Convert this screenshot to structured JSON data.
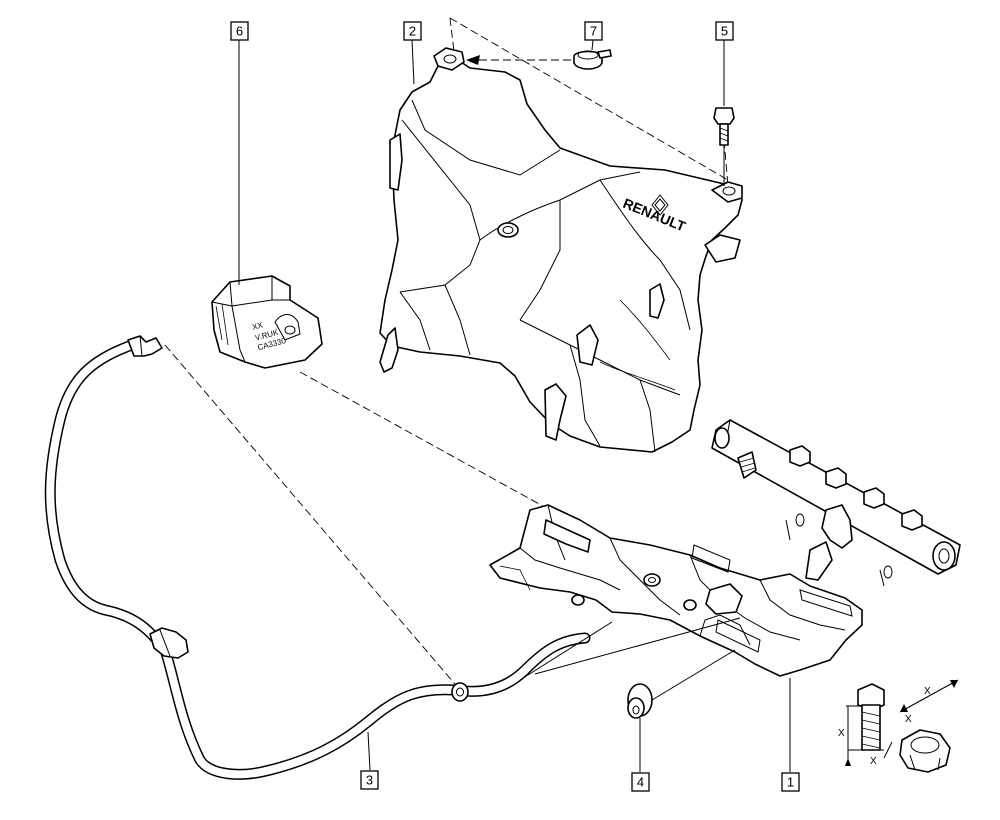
{
  "callouts": {
    "c1": "1",
    "c2": "2",
    "c3": "3",
    "c4": "4",
    "c5": "5",
    "c6": "6",
    "c7": "7"
  },
  "markings": {
    "brand": "RENAULT",
    "part6_line1": "XX",
    "part6_line2": "V.RUK",
    "part6_line3": "CA3330"
  },
  "dimension_labels": {
    "x_vertical": "X",
    "x_bottom": "X",
    "x_diagonal_top": "X",
    "x_diagonal_bottom": "X"
  },
  "colors": {
    "line": "#000000",
    "background": "#ffffff"
  }
}
